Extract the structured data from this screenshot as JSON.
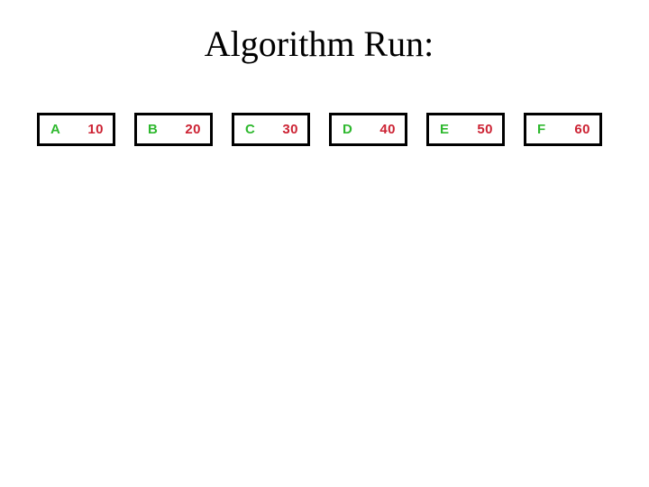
{
  "title": "Algorithm Run:",
  "colors": {
    "background": "#ffffff",
    "title_black": "#000000",
    "border_black": "#000000",
    "letter_green": "#2eb82e",
    "value_red": "#cc2233"
  },
  "nodes": [
    {
      "label": "A",
      "value": "10"
    },
    {
      "label": "B",
      "value": "20"
    },
    {
      "label": "C",
      "value": "30"
    },
    {
      "label": "D",
      "value": "40"
    },
    {
      "label": "E",
      "value": "50"
    },
    {
      "label": "F",
      "value": "60"
    }
  ]
}
